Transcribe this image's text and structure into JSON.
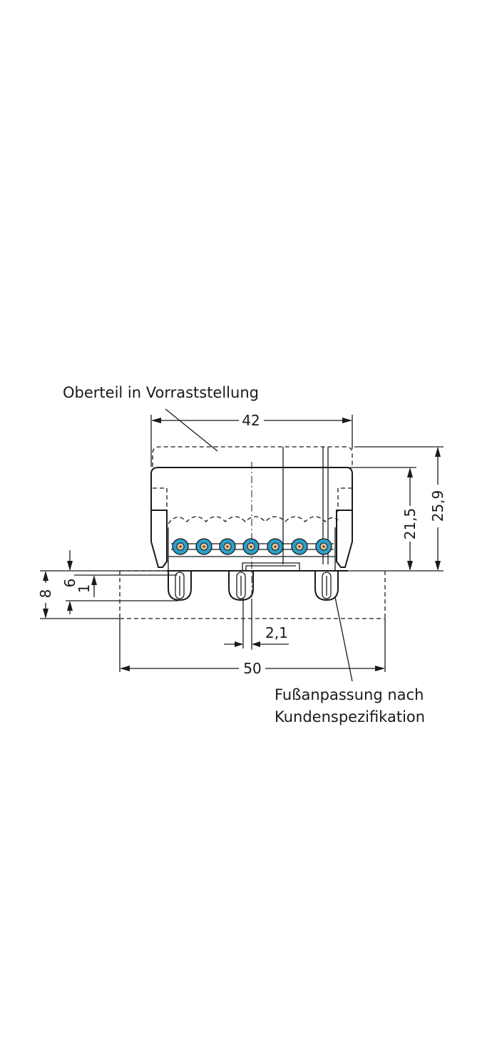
{
  "labels": {
    "top_note": "Oberteil in Vorraststellung",
    "bottom_note_line1": "Fußanpassung nach",
    "bottom_note_line2": "Kundenspezifikation"
  },
  "dimensions": {
    "width_top": "42",
    "width_bottom": "50",
    "height_inner": "21,5",
    "height_outer": "25,9",
    "foot_total": "8",
    "foot_mid": "6",
    "foot_small": "1",
    "pin_pitch": "2,1"
  },
  "colors": {
    "line": "#1a1a1a",
    "contact_ring": "#2a9fc9",
    "contact_center": "#e9c79a"
  },
  "contacts": {
    "count": 7
  }
}
